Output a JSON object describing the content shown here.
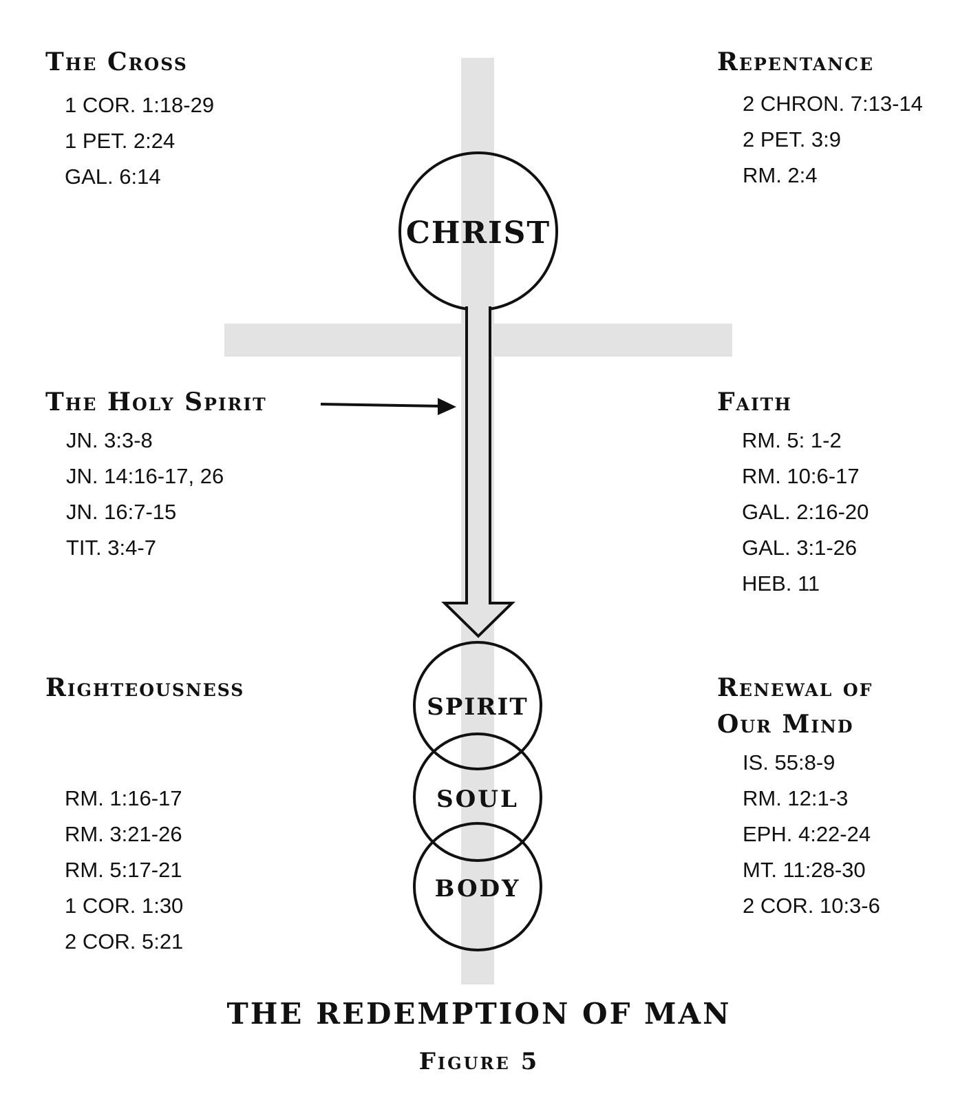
{
  "top_left": {
    "heading": "The Cross",
    "refs": [
      "1 COR. 1:18-29",
      "1 PET. 2:24",
      "GAL. 6:14"
    ]
  },
  "top_right": {
    "heading": "Repentance",
    "refs": [
      "2 CHRON. 7:13-14",
      "2 PET. 3:9",
      "RM. 2:4"
    ]
  },
  "middle_left": {
    "heading": "The Holy Spirit",
    "refs": [
      "JN. 3:3-8",
      "JN. 14:16-17, 26",
      "JN. 16:7-15",
      "TIT. 3:4-7"
    ]
  },
  "middle_right": {
    "heading": "Faith",
    "refs": [
      "RM. 5: 1-2",
      "RM. 10:6-17",
      "GAL. 2:16-20",
      "GAL. 3:1-26",
      "HEB. 11"
    ]
  },
  "bottom_left": {
    "heading": "Righteousness",
    "refs": [
      "RM. 1:16-17",
      "RM. 3:21-26",
      "RM. 5:17-21",
      "1 COR. 1:30",
      "2 COR. 5:21"
    ]
  },
  "bottom_right": {
    "heading_line1": "Renewal of",
    "heading_line2": "Our Mind",
    "refs": [
      "IS. 55:8-9",
      "RM. 12:1-3",
      "EPH. 4:22-24",
      "MT. 11:28-30",
      "2 COR. 10:3-6"
    ]
  },
  "diagram": {
    "christ_label": "CHRIST",
    "spirit_label": "SPIRIT",
    "soul_label": "SOUL",
    "body_label": "BODY",
    "cross_color": "#e3e3e3",
    "line_color": "#111111"
  },
  "caption": {
    "title": "THE REDEMPTION OF MAN",
    "figure": "Figure 5"
  }
}
